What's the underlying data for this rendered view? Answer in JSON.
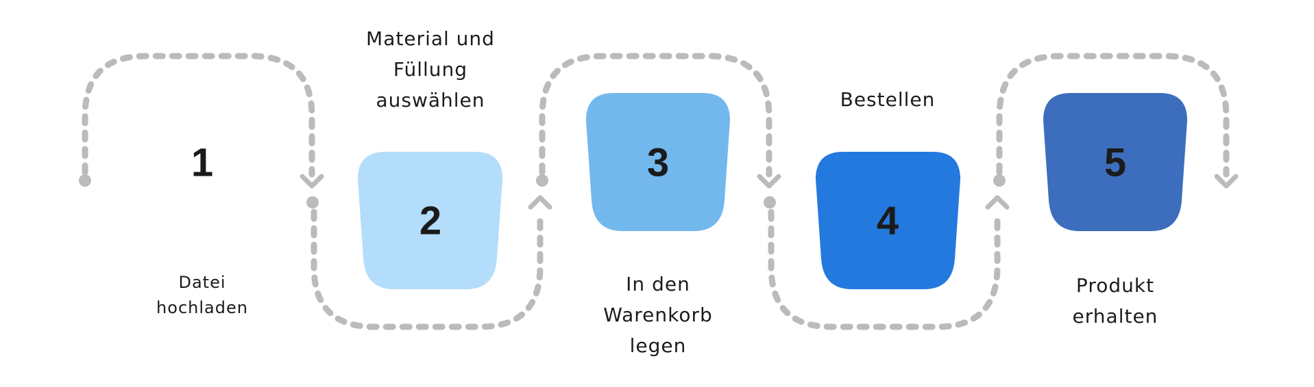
{
  "diagram": {
    "type": "process-flow",
    "path_color": "#bbbbbb",
    "steps": [
      {
        "number": "1",
        "label_lines": [
          "Datei",
          "hochladen"
        ],
        "fill": "none"
      },
      {
        "number": "2",
        "label_lines": [
          "Material und",
          "Füllung",
          "auswählen"
        ],
        "fill": "#b3ddfa"
      },
      {
        "number": "3",
        "label_lines": [
          "In den",
          "Warenkorb",
          "legen"
        ],
        "fill": "#73b8ed"
      },
      {
        "number": "4",
        "label_lines": [
          "Bestellen"
        ],
        "fill": "#2379de"
      },
      {
        "number": "5",
        "label_lines": [
          "Produkt",
          "erhalten"
        ],
        "fill": "#3d6ebd"
      }
    ]
  }
}
